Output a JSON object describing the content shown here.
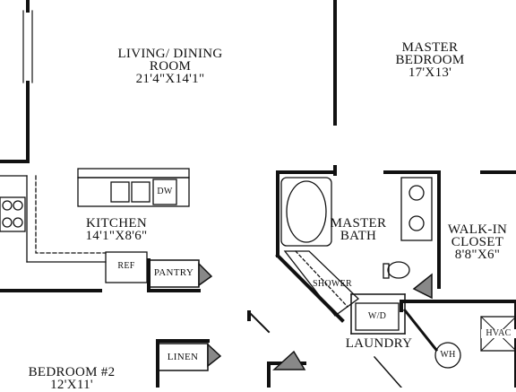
{
  "rooms": {
    "living": {
      "name_line1": "LIVING/ DINING",
      "name_line2": "ROOM",
      "dims": "21'4\"X14'1\""
    },
    "master_bedroom": {
      "name_line1": "MASTER",
      "name_line2": "BEDROOM",
      "dims": "17'X13'"
    },
    "kitchen": {
      "name": "KITCHEN",
      "dims": "14'1\"X8'6\""
    },
    "master_bath": {
      "name_line1": "MASTER",
      "name_line2": "BATH"
    },
    "walkin": {
      "name_line1": "WALK-IN",
      "name_line2": "CLOSET",
      "dims": "8'8\"X6\""
    },
    "laundry": {
      "name": "LAUNDRY"
    },
    "bedroom2": {
      "name": "BEDROOM #2",
      "dims": "12'X11'"
    }
  },
  "fixtures": {
    "dw": "DW",
    "ref": "REF",
    "pantry": "PANTRY",
    "shower": "SHOWER",
    "wd": "W/D",
    "linen": "LINEN",
    "wh": "WH",
    "hvac": "HVAC"
  }
}
